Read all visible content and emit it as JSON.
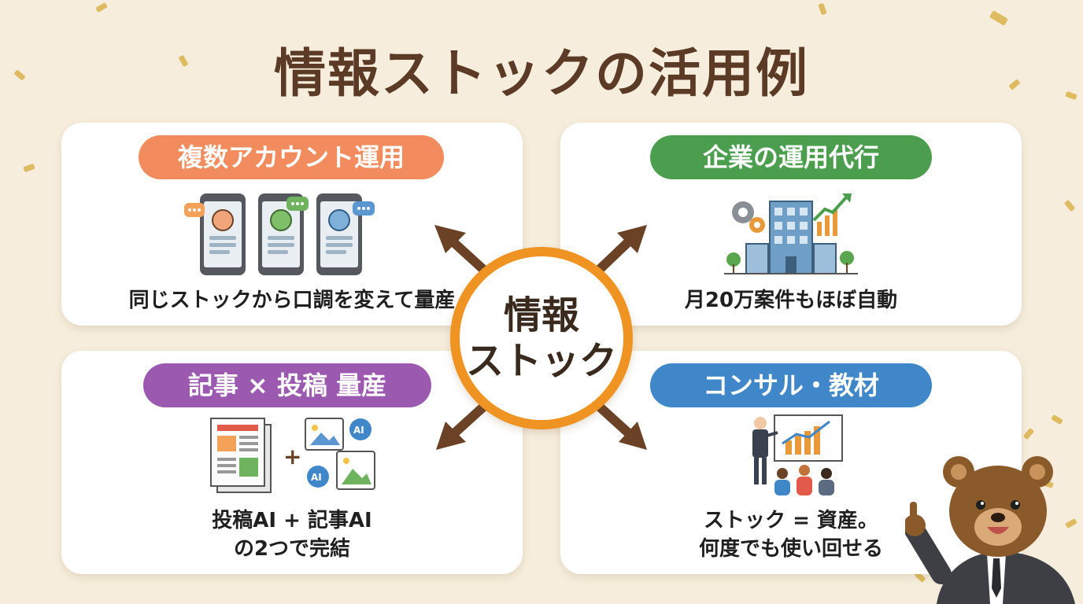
{
  "title": "情報ストックの活用例",
  "center": {
    "line1": "情報",
    "line2": "ストック"
  },
  "cards": [
    {
      "label": "複数アカウント運用",
      "caption": "同じストックから口調を変えて量産",
      "color": "#f28c5e",
      "icon": "three-smartphones-with-chat-icon"
    },
    {
      "label": "企業の運用代行",
      "caption": "月20万案件もほぼ自動",
      "color": "#4c9e4f",
      "icon": "office-building-gears-growth-chart-icon"
    },
    {
      "label": "記事 × 投稿 量産",
      "caption_line1": "投稿AI + 記事AI",
      "caption_line2": "の2つで完結",
      "color": "#9b5ab0",
      "icon": "articles-plus-ai-images-icon"
    },
    {
      "label": "コンサル・教材",
      "caption_line1": "ストック = 資産。",
      "caption_line2": "何度でも使い回せる",
      "color": "#3f87c8",
      "icon": "presenter-whiteboard-audience-icon"
    }
  ],
  "colors": {
    "background": "#f6eddc",
    "title": "#5b3a26",
    "center_ring": "#ef9422",
    "arrow": "#6b4226"
  },
  "mascot": "bear-in-suit-pointing-icon"
}
